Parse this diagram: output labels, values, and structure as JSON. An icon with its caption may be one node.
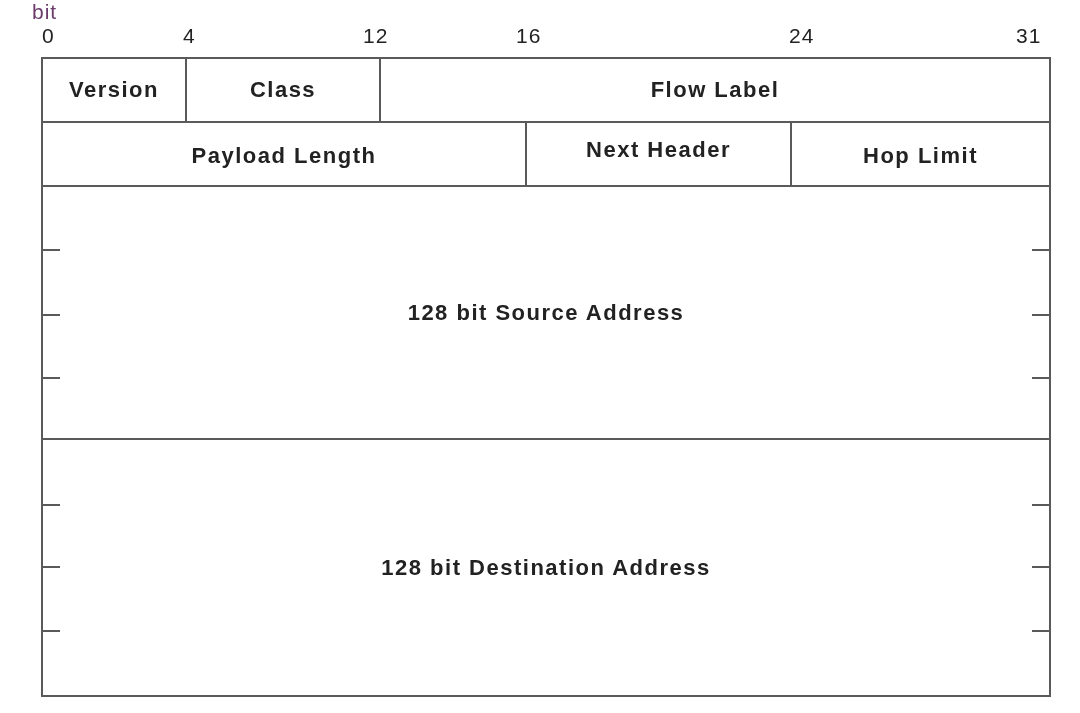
{
  "diagram": {
    "nodes": [
      {
        "text": [
          "Version"
        ]
      },
      {
        "text": [
          "Class"
        ]
      },
      {
        "text": [
          "Flow Label"
        ]
      },
      {
        "text": [
          "Payload Length"
        ]
      },
      {
        "text": [
          "Next Header"
        ]
      },
      {
        "text": [
          "Hop Limit"
        ]
      },
      {
        "text": [
          "128 bit Source Address"
        ]
      },
      {
        "text": [
          "128 bit Destination Address"
        ]
      }
    ],
    "edges": [],
    "labels": [
      "bit",
      "0",
      "4",
      "12",
      "16",
      "24",
      "31"
    ]
  }
}
